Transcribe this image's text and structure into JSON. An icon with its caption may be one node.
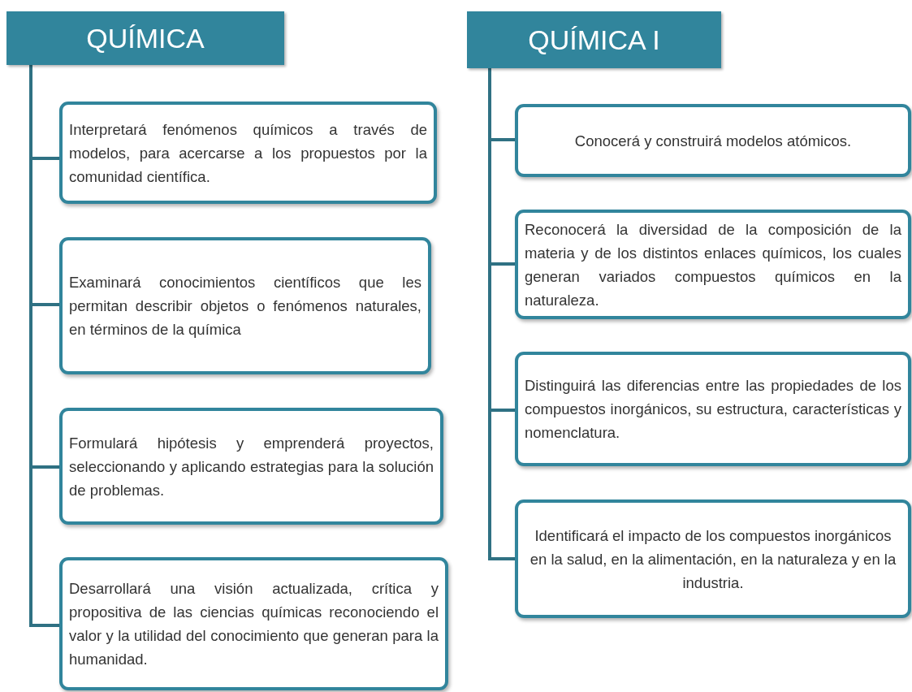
{
  "diagram": {
    "nodes": [
      {
        "text": [
          "QUÍMICA"
        ]
      },
      {
        "text": [
          "Interpretará fenómenos químicos a través de modelos, para acercarse a los propuestos por la comunidad científica."
        ]
      },
      {
        "text": [
          "Examinará conocimientos científicos que les permitan describir objetos o fenómenos naturales, en términos de la química"
        ]
      },
      {
        "text": [
          "Formulará hipótesis y emprenderá proyectos, seleccionando y aplicando estrategias para la solución de problemas."
        ]
      },
      {
        "text": [
          "Desarrollará una visión actualizada, crítica y propositiva de las ciencias químicas reconociendo el valor y la utilidad del conocimiento que generan para la humanidad."
        ]
      },
      {
        "text": [
          "QUÍMICA I"
        ]
      },
      {
        "text": [
          "Conocerá y construirá modelos atómicos."
        ]
      },
      {
        "text": [
          "Reconocerá la diversidad de la composición de la materia y de los distintos enlaces químicos, los cuales generan variados compuestos químicos en la naturaleza."
        ]
      },
      {
        "text": [
          "Distinguirá las diferencias entre las propiedades de los compuestos inorgánicos, su estructura, características y nomenclatura."
        ]
      },
      {
        "text": [
          "Identificará el impacto de los compuestos inorgánicos en la salud, en la alimentación, en la naturaleza y en la industria."
        ]
      }
    ],
    "edges": [
      {
        "from": 0,
        "to": 1,
        "arrow": "none"
      },
      {
        "from": 0,
        "to": 2,
        "arrow": "none"
      },
      {
        "from": 0,
        "to": 3,
        "arrow": "none"
      },
      {
        "from": 0,
        "to": 4,
        "arrow": "none"
      },
      {
        "from": 5,
        "to": 6,
        "arrow": "none"
      },
      {
        "from": 5,
        "to": 7,
        "arrow": "none"
      },
      {
        "from": 5,
        "to": 8,
        "arrow": "none"
      },
      {
        "from": 5,
        "to": 9,
        "arrow": "none"
      }
    ]
  }
}
